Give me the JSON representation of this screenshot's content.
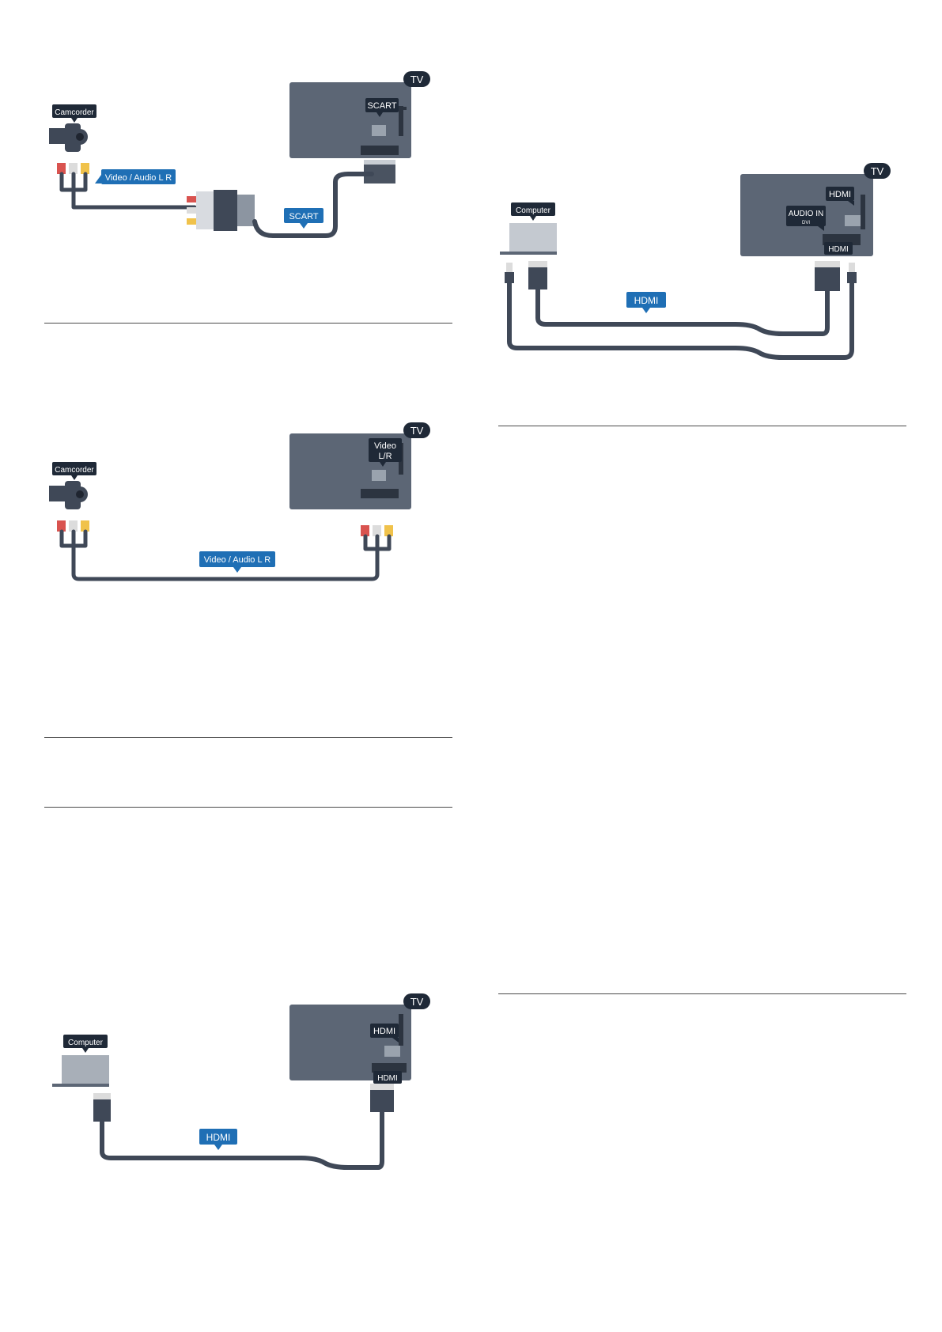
{
  "diagrams": {
    "camcorder_scart": {
      "device_label": "Camcorder",
      "tv_badge": "TV",
      "port_label": "SCART",
      "cable_label": "Video / Audio L R",
      "adapter_label": "SCART"
    },
    "camcorder_video": {
      "device_label": "Camcorder",
      "tv_badge": "TV",
      "port_label_line1": "Video",
      "port_label_line2": "L/R",
      "cable_label": "Video / Audio L R"
    },
    "computer_hdmi": {
      "device_label": "Computer",
      "tv_badge": "TV",
      "port_label": "HDMI",
      "tv_connector_label": "HDMI",
      "cable_label": "HDMI"
    },
    "computer_dvi": {
      "device_label": "Computer",
      "tv_badge": "TV",
      "port_label": "HDMI",
      "audio_label": "AUDIO IN",
      "audio_sub_label": "DVI",
      "tv_connector_label": "HDMI",
      "cable_label": "HDMI"
    }
  },
  "colors": {
    "tv_body": "#5c6675",
    "cable": "#3f4857",
    "label_dark": "#1f2937",
    "label_blue": "#1f6fb5",
    "rca_red": "#d9534f",
    "rca_white": "#dcdcdc",
    "rca_yellow": "#f0c24b"
  }
}
